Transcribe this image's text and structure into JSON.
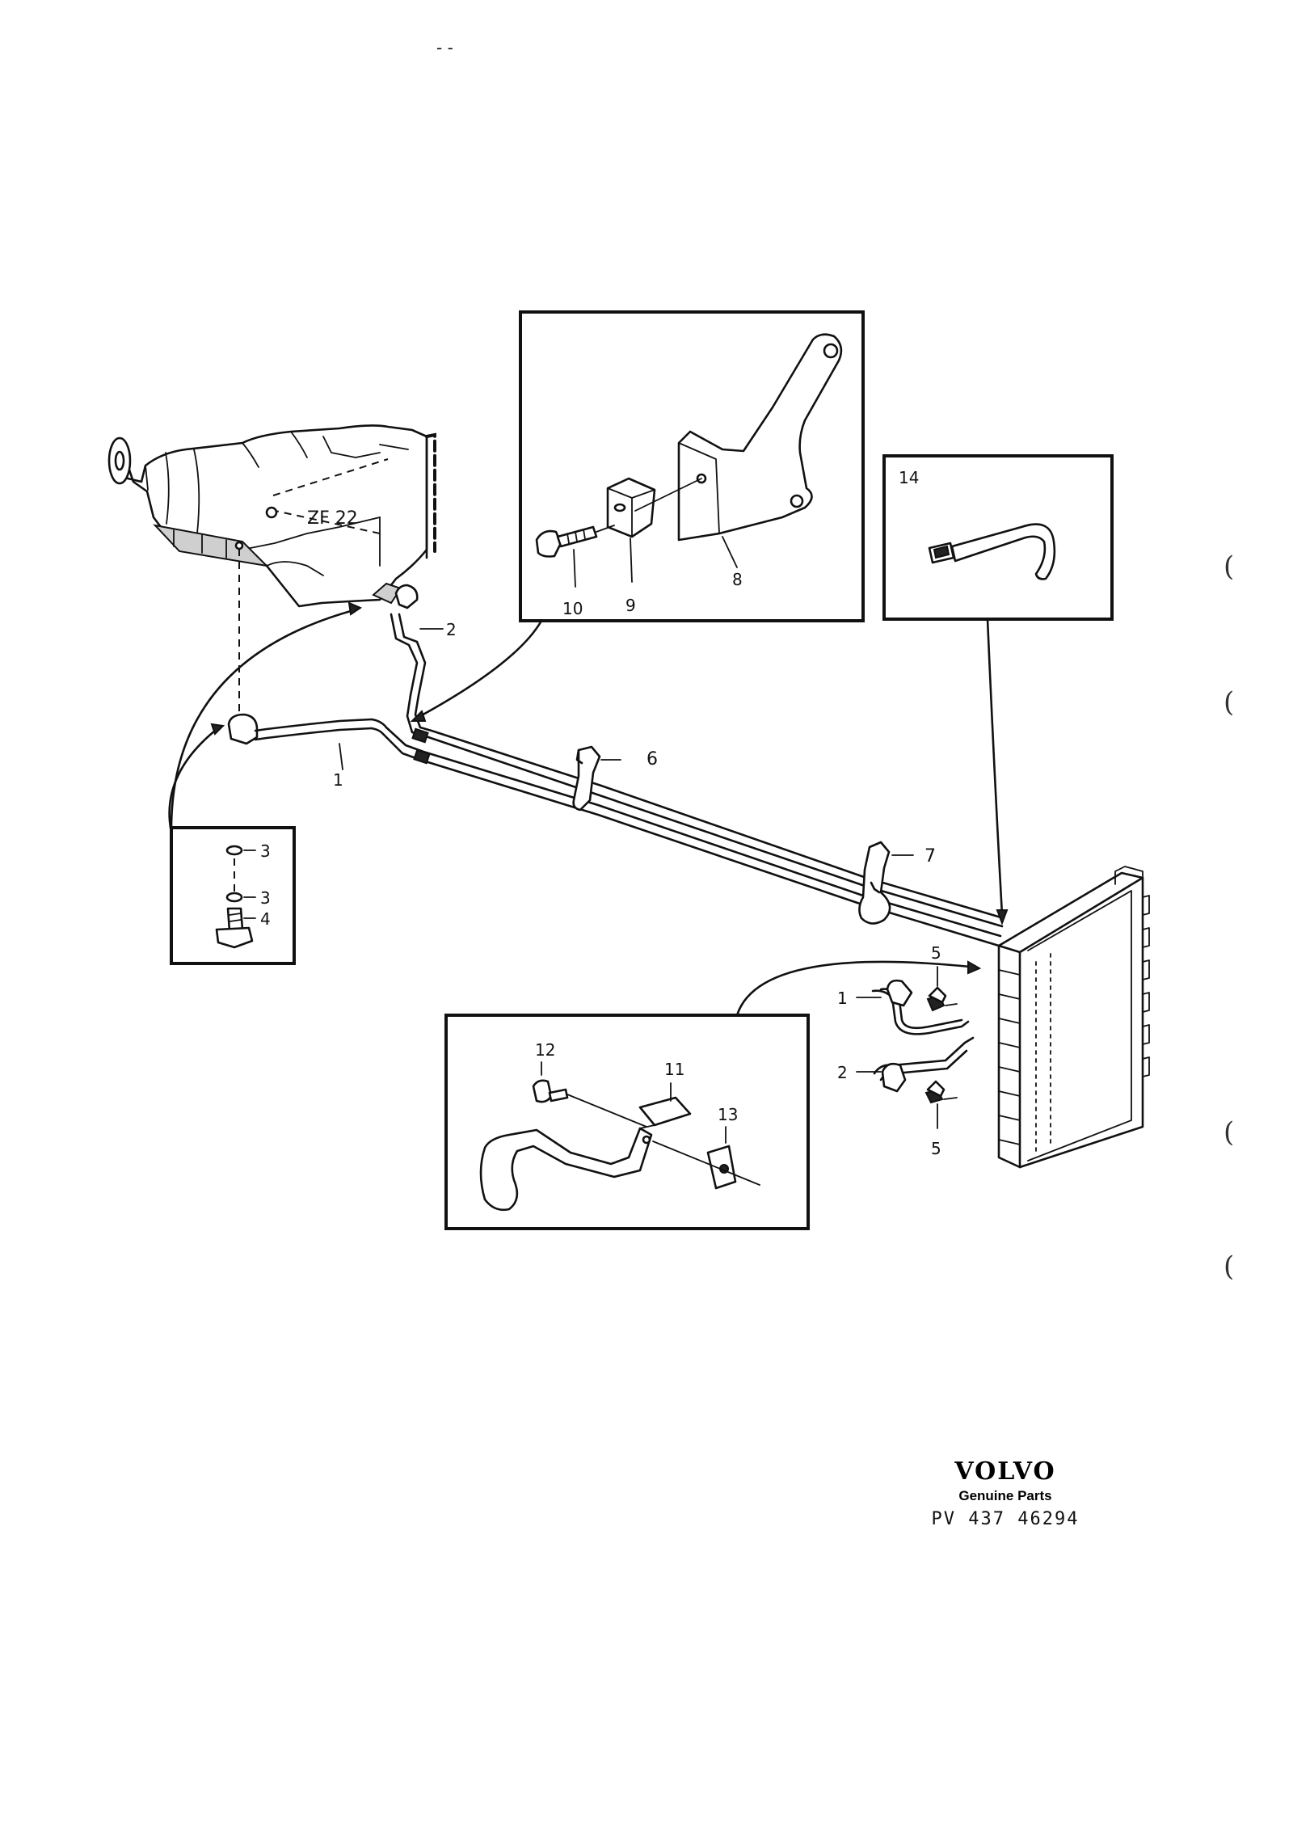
{
  "diagram": {
    "gearbox_label": "ZF 22",
    "callouts": {
      "pipe_1_main": "1",
      "pipe_2_main": "2",
      "washer_3a": "3",
      "washer_3b": "3",
      "banjo_bolt_4": "4",
      "clamp_6": "6",
      "clamp_7": "7",
      "bracket_8": "8",
      "rubber_block_9": "9",
      "bolt_10": "10",
      "bracket_11": "11",
      "nut_12": "12",
      "clip_13": "13",
      "strap_14": "14",
      "pipe_1_cooler": "1",
      "pipe_2_cooler": "2",
      "union_5_top": "5",
      "union_5_bottom": "5"
    }
  },
  "footer": {
    "brand": "VOLVO",
    "subtitle": "Genuine Parts",
    "code": "PV 437 46294"
  },
  "margin_marks": [
    "(",
    "(",
    "(",
    "("
  ],
  "scan_mark": "- -"
}
